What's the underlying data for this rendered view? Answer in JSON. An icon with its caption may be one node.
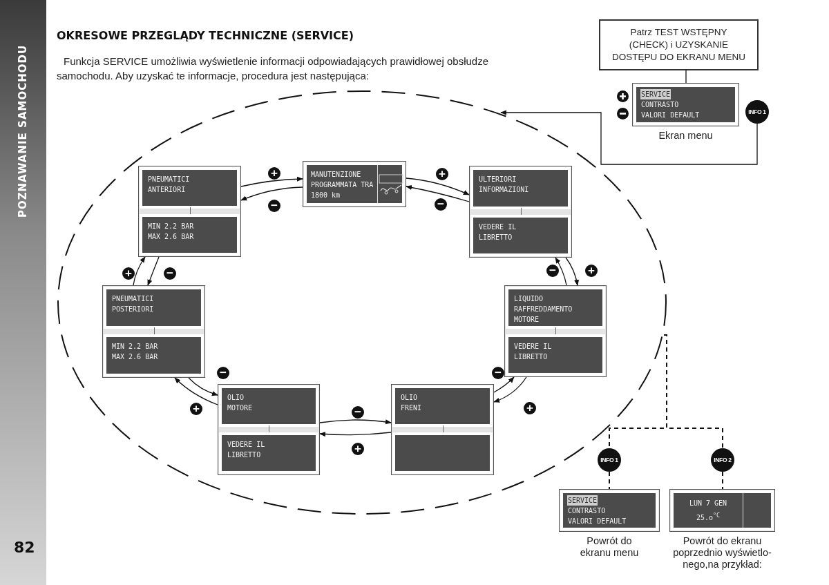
{
  "diagram": {
    "title": "OKRESOWE PRZEGLĄDY TECHNICZNE (SERVICE)",
    "nodes": [
      {
        "text": [
          "Patrz TEST WSTĘPNY (CHECK) i UZYSKANIE DOSTĘPU DO EKRANU MENU"
        ]
      },
      {
        "text": [
          "SERVICE",
          "CONTRASTO",
          "VALORI DEFAULT"
        ],
        "beside": [
          "Ekran menu"
        ]
      },
      {
        "text": [
          "INFO 1"
        ]
      },
      {
        "text": [],
        "shape": "ellipse"
      },
      {
        "text": [
          "MANUTENZIONE PROGRAMMATA TRA 1800 km"
        ],
        "in": 3
      },
      {
        "text": [
          "PNEUMATICI ANTERIORI",
          "MIN 2.2 BAR MAX 2.6 BAR"
        ],
        "in": 3
      },
      {
        "text": [
          "ULTERIORI INFORMAZIONI",
          "VEDERE IL LIBRETTO"
        ],
        "in": 3
      },
      {
        "text": [
          "PNEUMATICI POSTERIORI",
          "MIN 2.2 BAR MAX 2.6 BAR"
        ],
        "in": 3
      },
      {
        "text": [
          "LIQUIDO RAFFREDDAMENTO MOTORE",
          "VEDERE IL LIBRETTO"
        ],
        "in": 3
      },
      {
        "text": [
          "OLIO MOTORE",
          "VEDERE IL LIBRETTO"
        ],
        "in": 3
      },
      {
        "text": [
          "OLIO FRENI"
        ],
        "in": 3
      },
      {
        "text": [
          "INFO 1"
        ]
      },
      {
        "text": [
          "INFO 2"
        ]
      },
      {
        "text": [
          "SERVICE",
          "CONTRASTO",
          "VALORI DEFAULT"
        ],
        "beside": [
          "Powrót do ekranu menu"
        ]
      },
      {
        "text": [
          "LUN 7 GEN",
          "25.o$^{°C}$"
        ],
        "beside": [
          "Powrót do ekranu poprzednio wyświetlo-nego,na przykład:"
        ]
      }
    ],
    "edges": [
      {
        "from": 0,
        "to": 1,
        "arrow": "none"
      },
      {
        "from": 2,
        "to": 3,
        "arrow": "to"
      },
      {
        "from": 5,
        "to": 4,
        "arrow": "to",
        "label": "+"
      },
      {
        "from": 4,
        "to": 5,
        "arrow": "to",
        "label": "−"
      },
      {
        "from": 4,
        "to": 6,
        "arrow": "to",
        "label": "+"
      },
      {
        "from": 6,
        "to": 4,
        "arrow": "to",
        "label": "−"
      },
      {
        "from": 6,
        "to": 8,
        "arrow": "to",
        "label": "+"
      },
      {
        "from": 8,
        "to": 6,
        "arrow": "to",
        "label": "−"
      },
      {
        "from": 8,
        "to": 10,
        "arrow": "to",
        "label": "+"
      },
      {
        "from": 10,
        "to": 8,
        "arrow": "to",
        "label": "−"
      },
      {
        "from": 10,
        "to": 9,
        "arrow": "to",
        "label": "+"
      },
      {
        "from": 9,
        "to": 10,
        "arrow": "to",
        "label": "−"
      },
      {
        "from": 9,
        "to": 7,
        "arrow": "to",
        "label": "+"
      },
      {
        "from": 7,
        "to": 9,
        "arrow": "to",
        "label": "−"
      },
      {
        "from": 7,
        "to": 5,
        "arrow": "to",
        "label": "+"
      },
      {
        "from": 5,
        "to": 7,
        "arrow": "to",
        "label": "−"
      },
      {
        "from": 3,
        "to": 11,
        "arrow": "none",
        "style": "dashed"
      },
      {
        "from": 3,
        "to": 12,
        "arrow": "none",
        "style": "dashed"
      },
      {
        "from": 11,
        "to": 13,
        "arrow": "none",
        "style": "dashed"
      },
      {
        "from": 12,
        "to": 14,
        "arrow": "none",
        "style": "dashed"
      }
    ],
    "labels": [
      "POZNAWANIE SAMOCHODU",
      "Funkcja SERVICE umożliwia wyświetlenie informacji odpowiadających prawidłowej obsłudze samochodu. Aby uzyskać te informacje, procedura jest następująca:",
      "82"
    ]
  }
}
